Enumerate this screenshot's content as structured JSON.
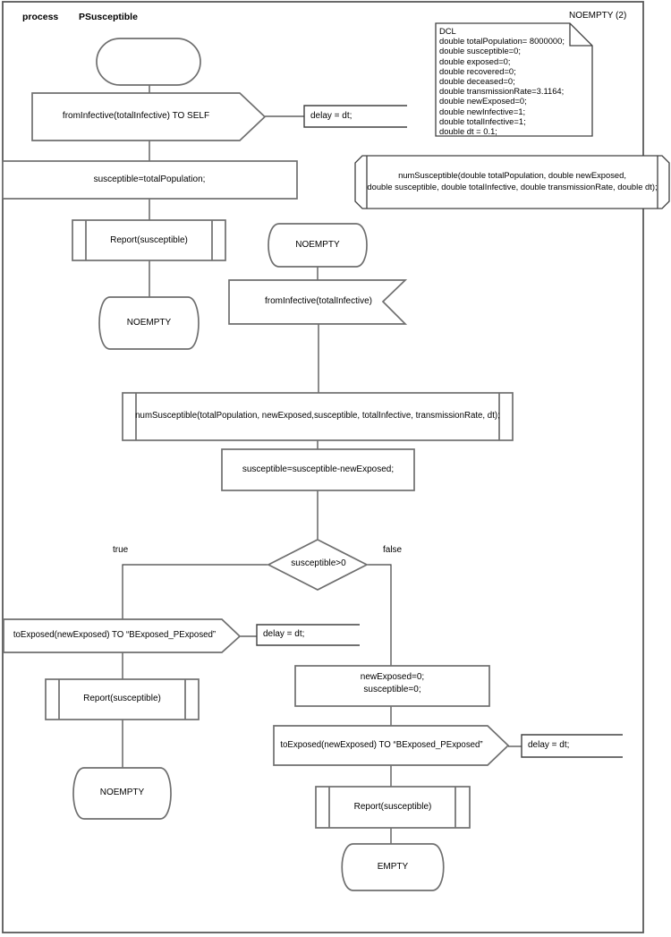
{
  "header": {
    "kind_label": "process",
    "name_label": "PSusceptible",
    "corner_label": "NOEMPTY (2)"
  },
  "colors": {
    "shape_stroke": "#6f6f6f",
    "connector_stroke": "#404040",
    "text": "#000000",
    "background": "#ffffff"
  },
  "declarations": {
    "lines": [
      "DCL",
      "double totalPopulation= 8000000;",
      "double susceptible=0;",
      "double exposed=0;",
      "double recovered=0;",
      "double deceased=0;",
      "double transmissionRate=3.1164;",
      "double newExposed=0;",
      "double newInfective=1;",
      "double totalInfective=1;",
      "double dt = 0.1;"
    ]
  },
  "procedure_declaration": {
    "line1": "numSusceptible(double totalPopulation, double newExposed,",
    "line2": "double susceptible, double totalInfective, double transmissionRate, double dt);"
  },
  "nodes": {
    "output_self": "fromInfective(totalInfective) TO SELF",
    "delay1": "delay = dt;",
    "task_init": "susceptible=totalPopulation;",
    "report1": "Report(susceptible)",
    "state_noempty1": "NOEMPTY",
    "state_noempty2": "NOEMPTY",
    "input_frominfective": "fromInfective(totalInfective)",
    "proc_call": "numSusceptible(totalPopulation, newExposed,susceptible, totalInfective, transmissionRate, dt);",
    "task_update": "susceptible=susceptible-newExposed;",
    "decision": "susceptible>0",
    "label_true": "true",
    "label_false": "false",
    "output_toexposed_left": "toExposed(newExposed) TO “BExposed_PExposed”",
    "delay2": "delay = dt;",
    "report2": "Report(susceptible)",
    "state_noempty3": "NOEMPTY",
    "task_reset_line1": "newExposed=0;",
    "task_reset_line2": "susceptible=0;",
    "output_toexposed_right": "toExposed(newExposed) TO “BExposed_PExposed”",
    "delay3": "delay = dt;",
    "report3": "Report(susceptible)",
    "state_empty": "EMPTY"
  }
}
